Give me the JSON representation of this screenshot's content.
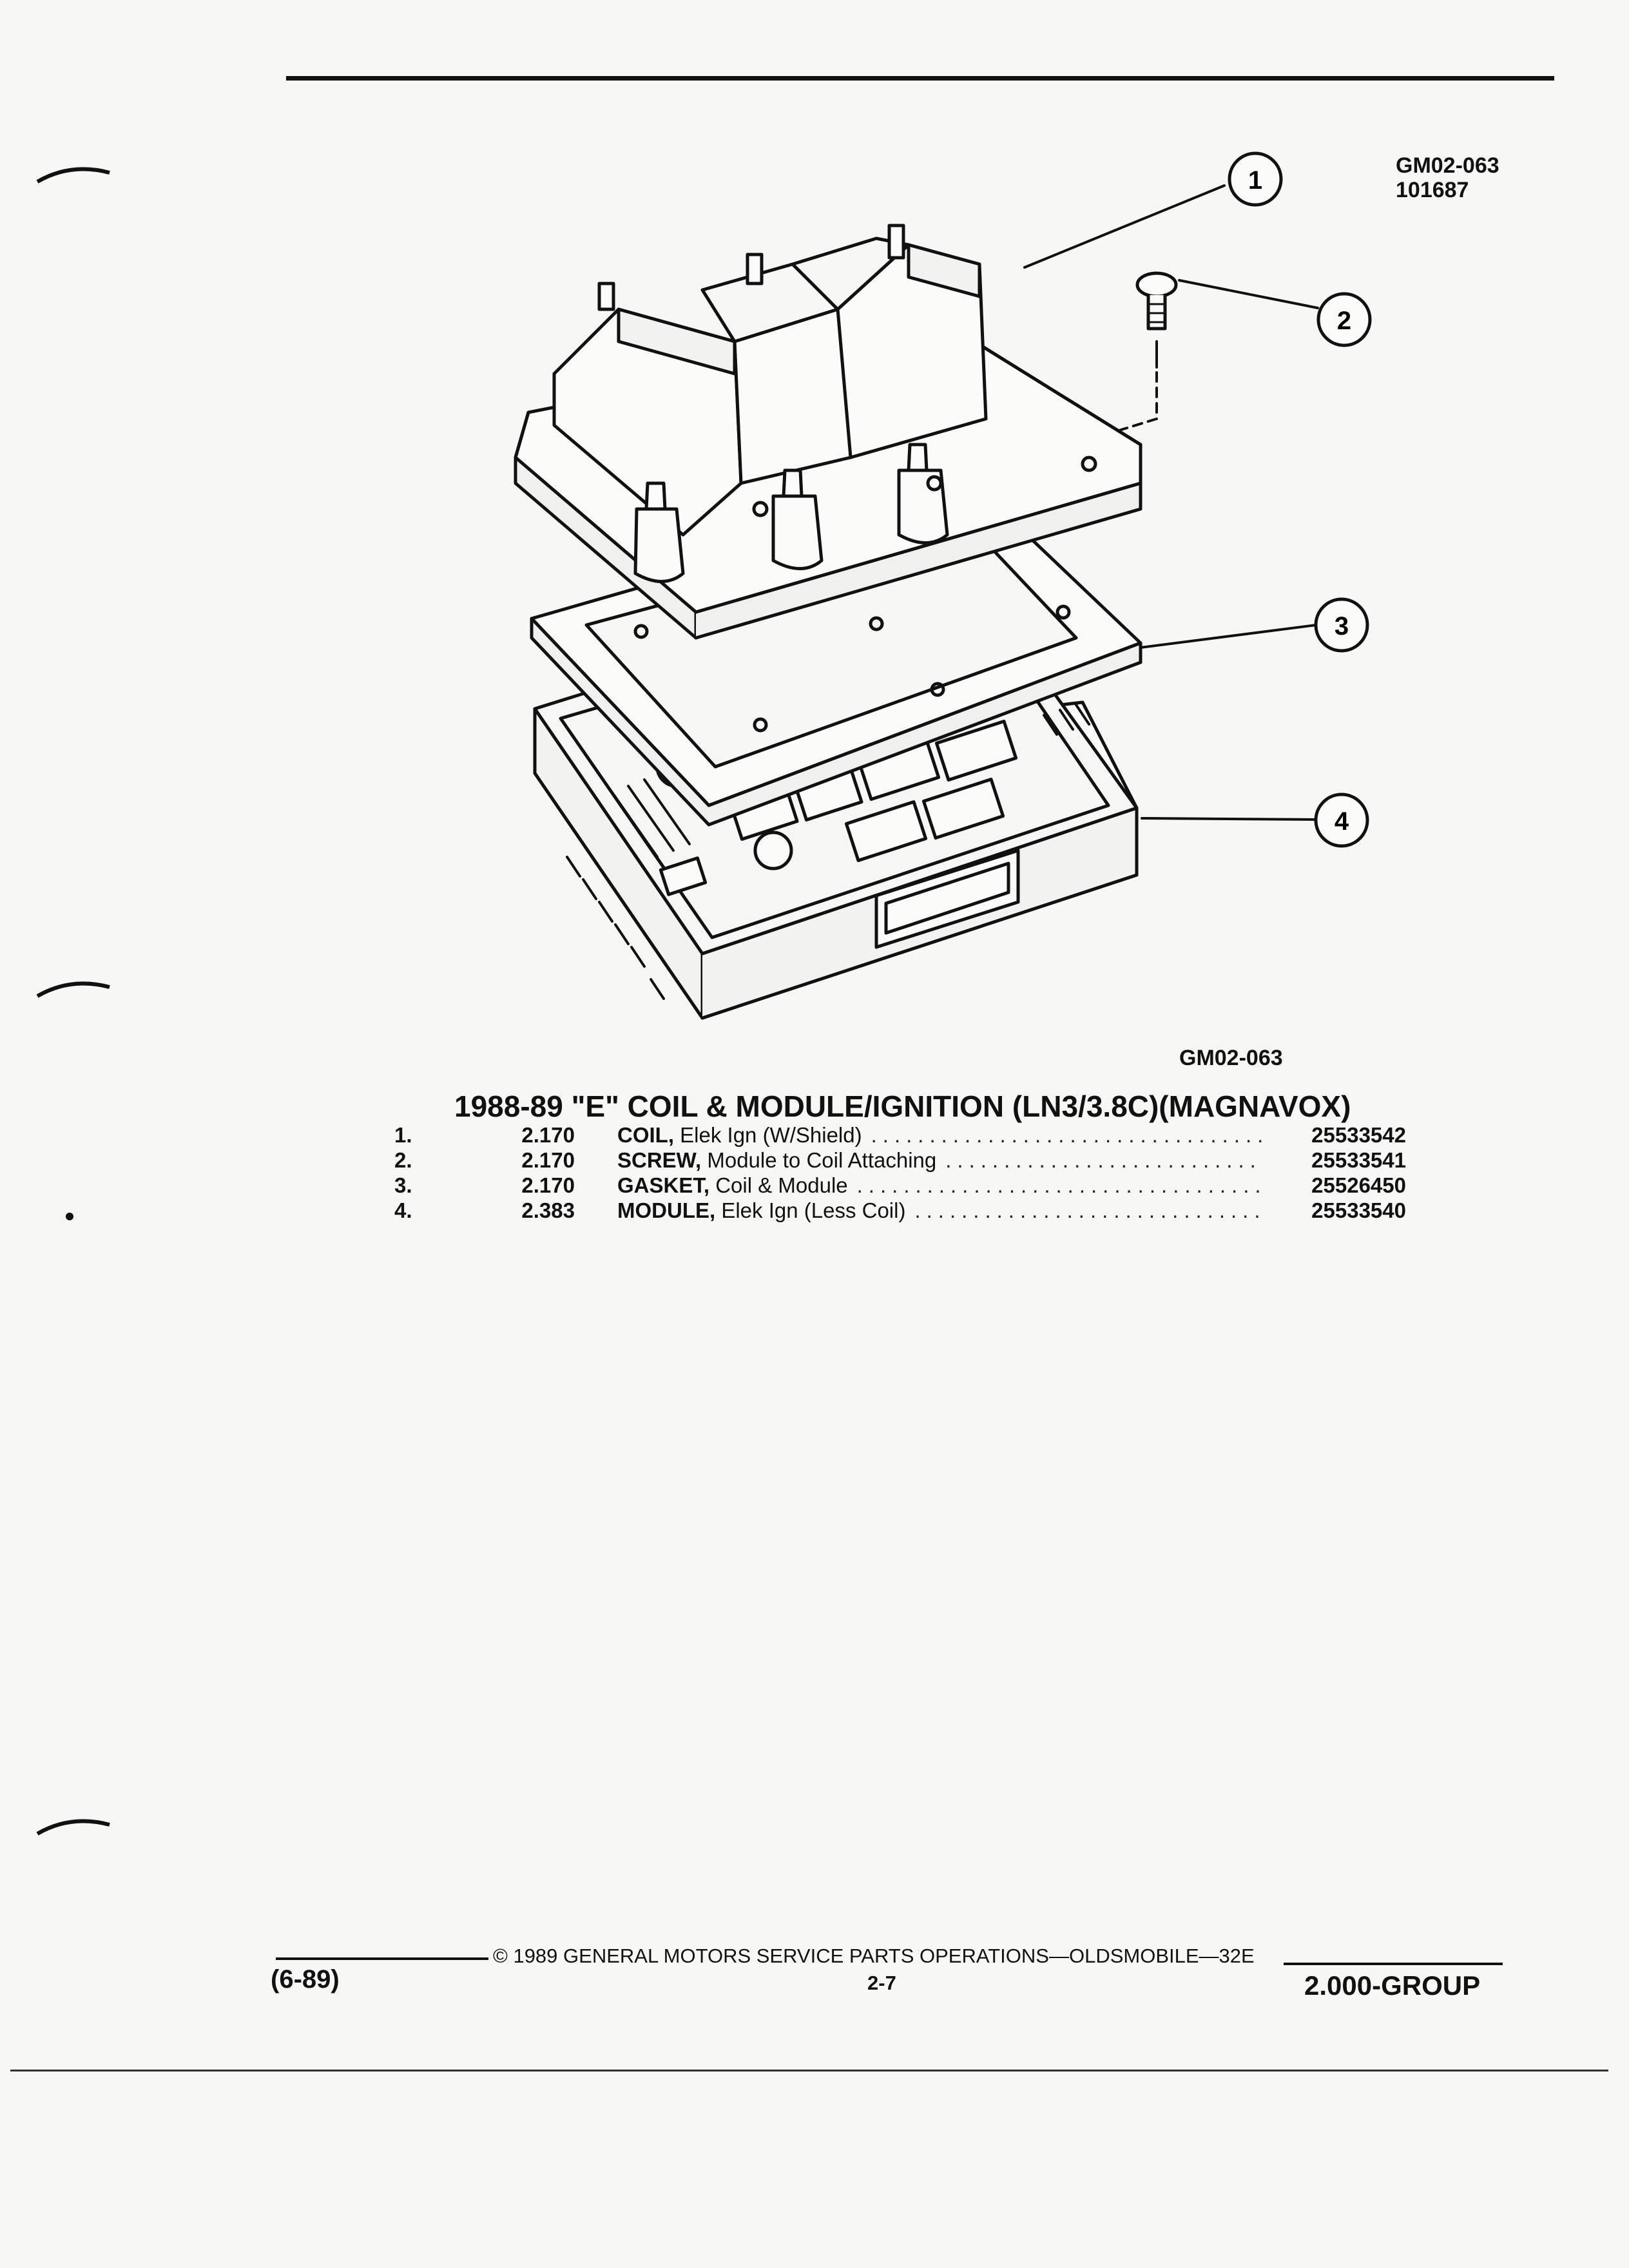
{
  "header": {
    "figure_code": "GM02-063",
    "figure_date": "101687"
  },
  "diagram": {
    "callouts": [
      "1",
      "2",
      "3",
      "4"
    ],
    "caption_code": "GM02-063"
  },
  "section": {
    "title": "1988-89 \"E\" COIL & MODULE/IGNITION (LN3/3.8C)(MAGNAVOX)"
  },
  "parts": [
    {
      "item": "1.",
      "group": "2.170",
      "name": "COIL,",
      "desc": "Elek Ign (W/Shield)",
      "part_no": "25533542"
    },
    {
      "item": "2.",
      "group": "2.170",
      "name": "SCREW,",
      "desc": "Module to Coil Attaching",
      "part_no": "25533541"
    },
    {
      "item": "3.",
      "group": "2.170",
      "name": "GASKET,",
      "desc": "Coil & Module",
      "part_no": "25526450"
    },
    {
      "item": "4.",
      "group": "2.383",
      "name": "MODULE,",
      "desc": "Elek Ign (Less Coil)",
      "part_no": "25533540"
    }
  ],
  "footer": {
    "copyright": "© 1989 GENERAL MOTORS SERVICE PARTS OPERATIONS—OLDSMOBILE—32E",
    "page": "2-7",
    "date": "(6-89)",
    "group": "2.000-GROUP"
  }
}
